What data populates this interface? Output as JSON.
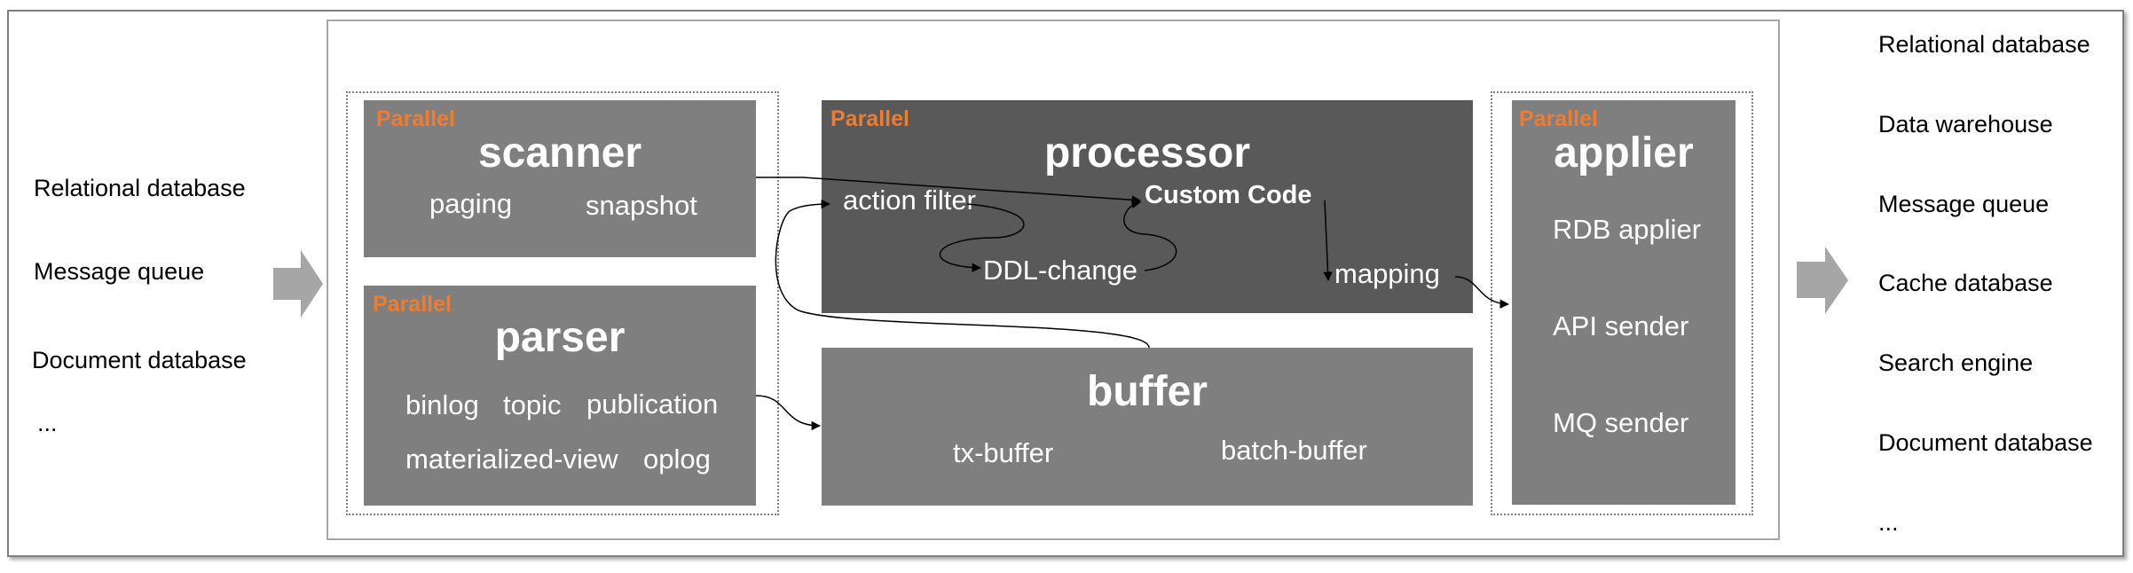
{
  "sources": [
    "Relational database",
    "Message queue",
    "Document database",
    "..."
  ],
  "targets": [
    "Relational database",
    "Data warehouse",
    "Message queue",
    "Cache database",
    "Search engine",
    "Document database",
    "..."
  ],
  "parallel_label": "Parallel",
  "scanner": {
    "title": "scanner",
    "items": [
      "paging",
      "snapshot"
    ]
  },
  "parser": {
    "title": "parser",
    "items": [
      "binlog",
      "topic",
      "publication",
      "materialized-view",
      "oplog"
    ]
  },
  "processor": {
    "title": "processor",
    "action_filter": "action filter",
    "custom_code": "Custom Code",
    "ddl_change": "DDL-change",
    "mapping": "mapping"
  },
  "buffer": {
    "title": "buffer",
    "items": [
      "tx-buffer",
      "batch-buffer"
    ]
  },
  "applier": {
    "title": "applier",
    "items": [
      "RDB applier",
      "API sender",
      "MQ sender"
    ]
  },
  "colors": {
    "box": "#7f7f7f",
    "box_dark": "#595959",
    "parallel": "#ed7d31",
    "arrow": "#a6a6a6"
  }
}
